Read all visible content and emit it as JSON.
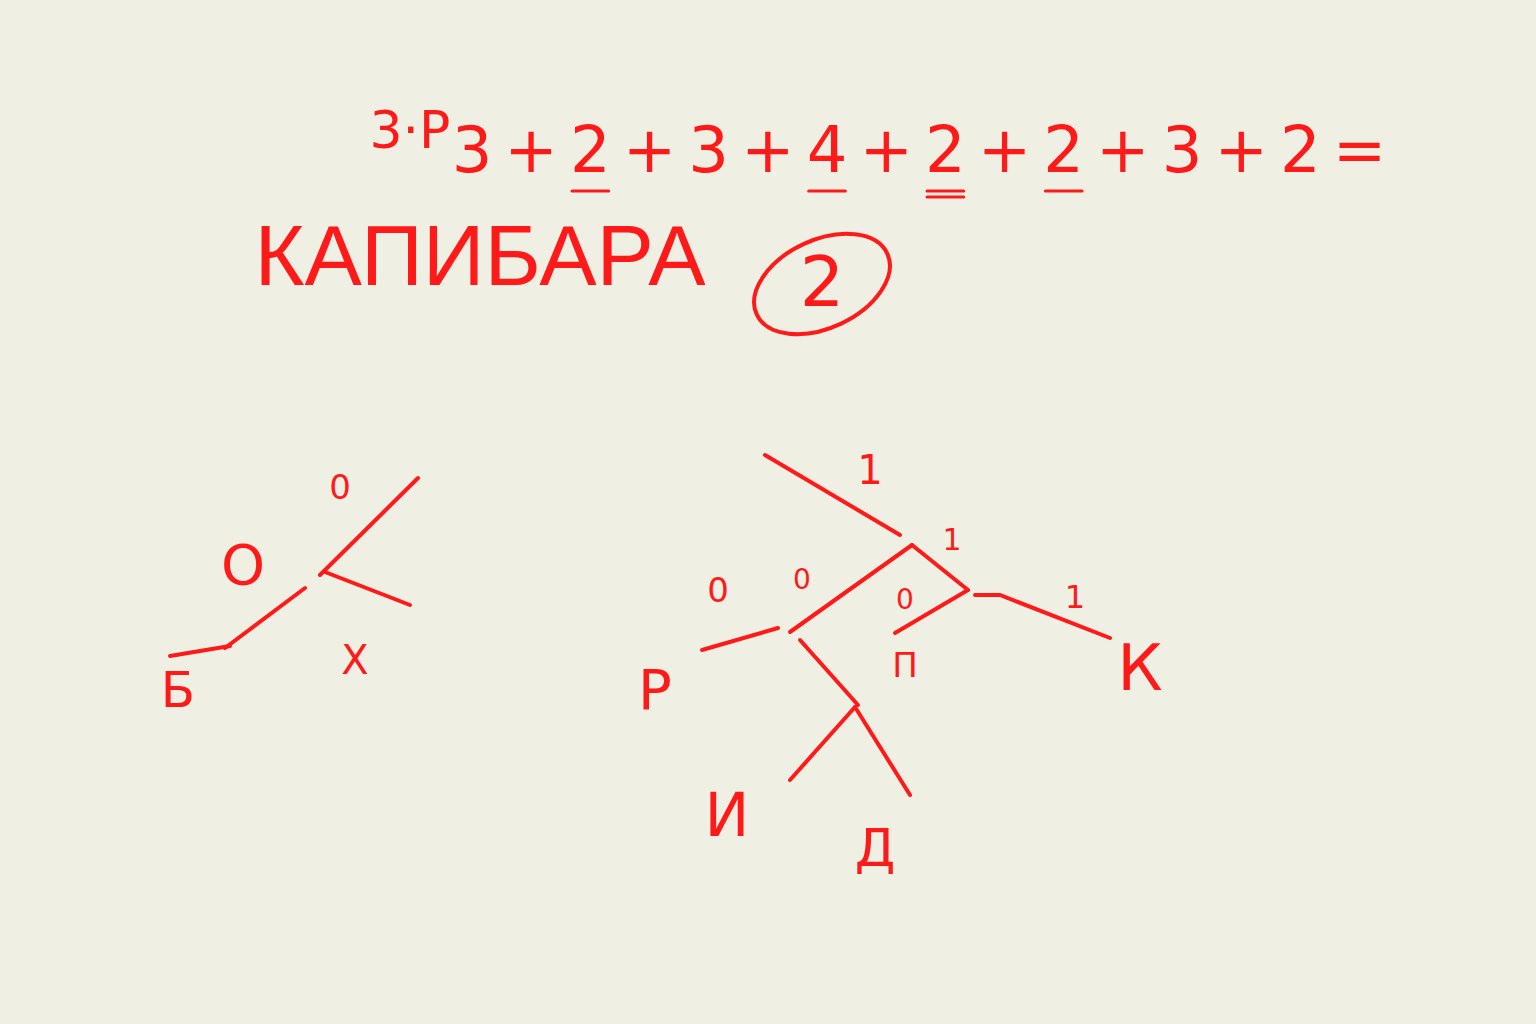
{
  "diagram": {
    "labels": [
      "3·Р",
      "3+2+3+4+2+2+3+2=",
      "КАПИБАРА",
      "2",
      "0",
      "О",
      "Б",
      "Х",
      "1",
      "1",
      "0",
      "0",
      "0",
      "1",
      "Р",
      "П",
      "К",
      "И",
      "Д"
    ]
  }
}
